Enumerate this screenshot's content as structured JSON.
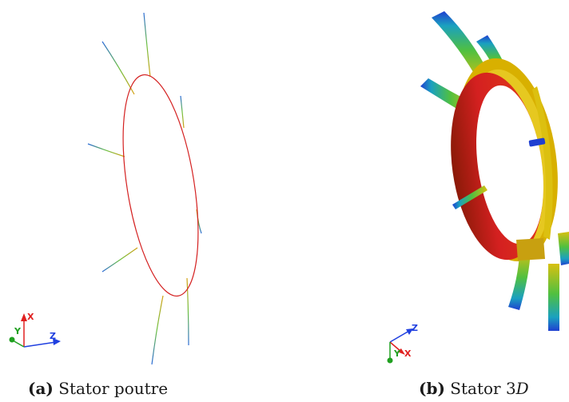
{
  "panel_a": {
    "caption_label": "(a)",
    "caption_text": "Stator poutre",
    "axes": {
      "x": "X",
      "y": "Y",
      "z": "Z"
    }
  },
  "panel_b": {
    "caption_label": "(b)",
    "caption_text": "Stator 3",
    "caption_italic": "D",
    "axes": {
      "x": "X",
      "y": "Y",
      "z": "Z"
    }
  },
  "colors": {
    "ring_red": "#d42020",
    "ring_dark": "#7a1a0a",
    "ring_yellow": "#d8b000",
    "arm_blue": "#1f3fd0",
    "arm_green": "#26c040",
    "axis_red": "#e02020",
    "axis_green": "#20a020",
    "axis_blue": "#2040e0"
  }
}
